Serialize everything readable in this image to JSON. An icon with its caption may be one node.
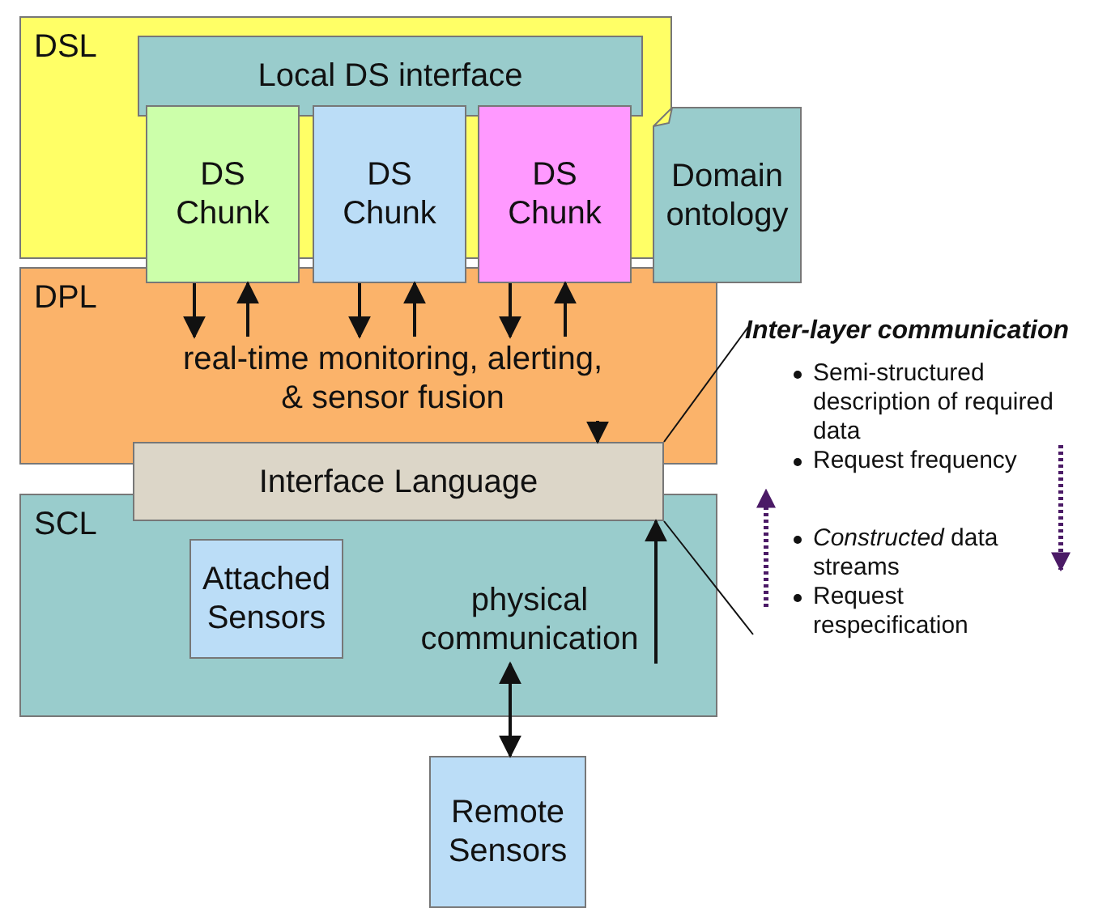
{
  "diagram": {
    "nodes": [
      {
        "text": [
          "DSL"
        ]
      },
      {
        "text": [
          "Local DS interface"
        ],
        "in": 0
      },
      {
        "text": [
          "DS Chunk"
        ]
      },
      {
        "text": [
          "DS Chunk"
        ]
      },
      {
        "text": [
          "DS Chunk"
        ]
      },
      {
        "text": [
          "Domain ontology"
        ]
      },
      {
        "text": [
          "DPL"
        ]
      },
      {
        "text": [
          "real-time monitoring, alerting, & sensor fusion"
        ],
        "in": 6
      },
      {
        "text": [
          "Interface Language"
        ]
      },
      {
        "text": [
          "SCL"
        ]
      },
      {
        "text": [
          "Attached Sensors"
        ],
        "in": 9
      },
      {
        "text": [
          "physical communication"
        ],
        "in": 9
      },
      {
        "text": [
          "Remote Sensors"
        ]
      },
      {
        "text": [
          "Inter-layer communication",
          "Semi-structured description of required data",
          "Request frequency",
          "*Constructed* data streams",
          "Request respecification"
        ]
      }
    ],
    "edges": [
      {
        "from": 2,
        "to": 7,
        "arrow": "to"
      },
      {
        "from": 7,
        "to": 2,
        "arrow": "to"
      },
      {
        "from": 3,
        "to": 7,
        "arrow": "to"
      },
      {
        "from": 7,
        "to": 3,
        "arrow": "to"
      },
      {
        "from": 4,
        "to": 7,
        "arrow": "to"
      },
      {
        "from": 7,
        "to": 4,
        "arrow": "to"
      },
      {
        "from": 7,
        "to": 8,
        "arrow": "to"
      },
      {
        "from": 11,
        "to": 8,
        "arrow": "to"
      },
      {
        "from": 11,
        "to": 12,
        "arrow": "both"
      },
      {
        "from": 13,
        "to": 8,
        "arrow": "none"
      },
      {
        "from": 13,
        "to": 8,
        "arrow": "none"
      }
    ]
  }
}
